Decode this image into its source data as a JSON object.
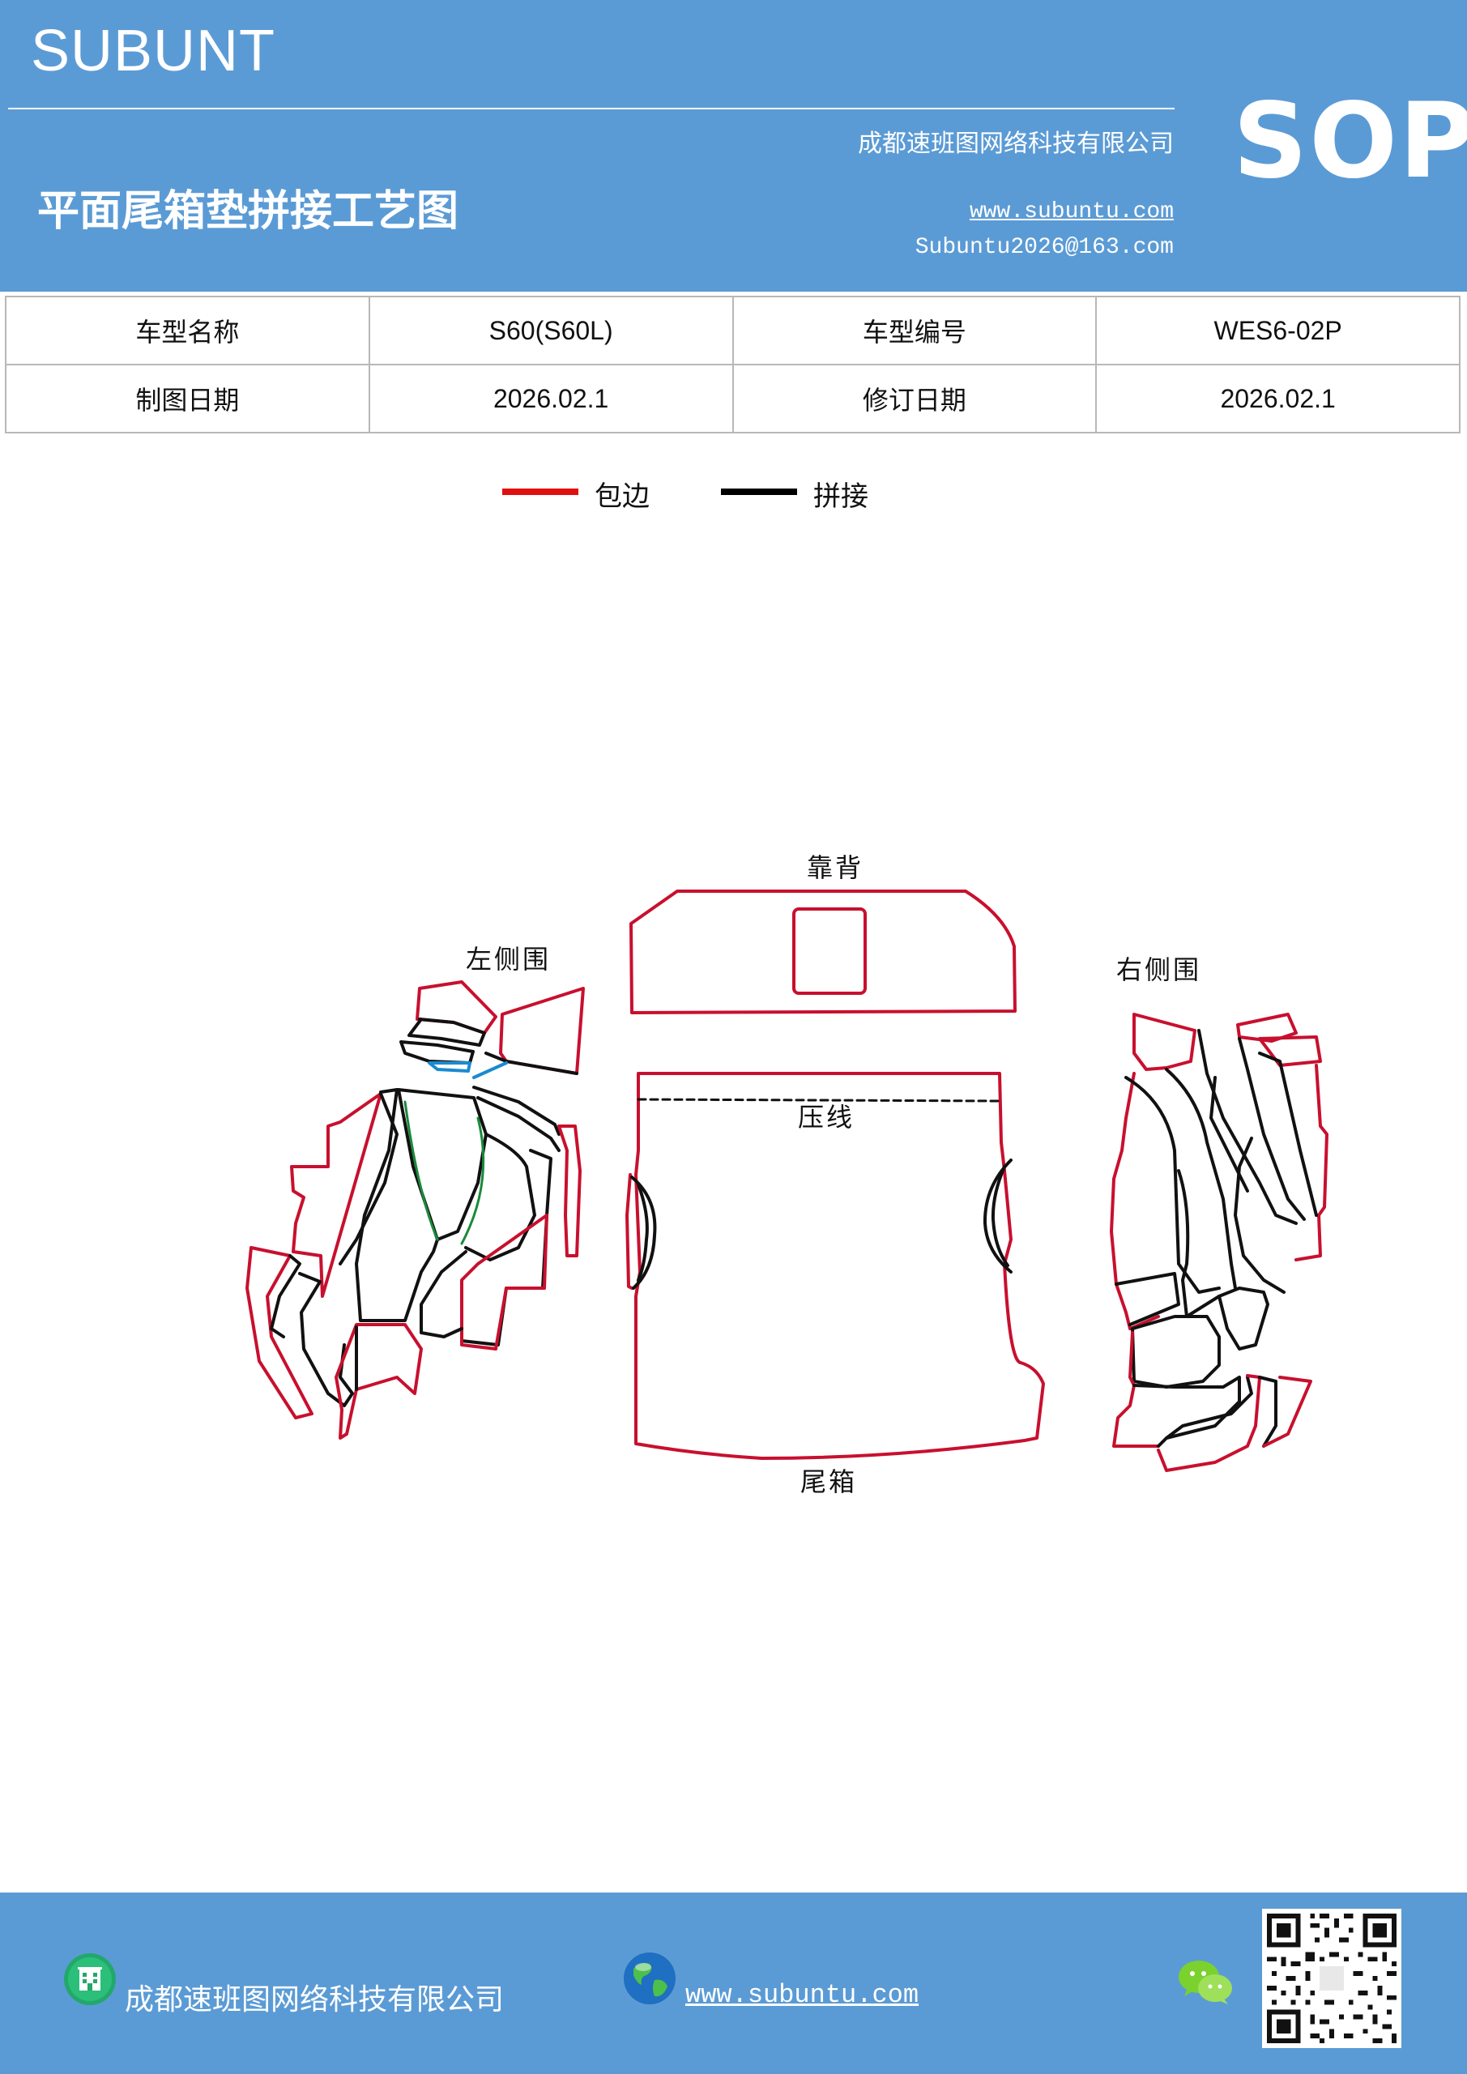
{
  "header": {
    "brand": "SUBUNT",
    "company": "成都速班图网络科技有限公司",
    "title": "平面尾箱垫拼接工艺图",
    "website": "www.subuntu.com",
    "email": "Subuntu2026@163.com",
    "badge": "SOP",
    "background_color": "#5b9bd5"
  },
  "info_table": {
    "rows": [
      [
        {
          "label": "车型名称",
          "value": "S60(S60L)"
        },
        {
          "label": "车型编号",
          "value": "WES6-02P"
        }
      ],
      [
        {
          "label": "制图日期",
          "value": "2026.02.1"
        },
        {
          "label": "修订日期",
          "value": "2026.02.1"
        }
      ]
    ]
  },
  "legend": [
    {
      "label": "包边",
      "color": "#e01010"
    },
    {
      "label": "拼接",
      "color": "#000000"
    }
  ],
  "diagram": {
    "labels": {
      "back": "靠背",
      "left": "左侧围",
      "right": "右侧围",
      "crease": "压线",
      "trunk": "尾箱"
    },
    "colors": {
      "edge": "#c8102e",
      "seam": "#111111",
      "green": "#1a8a3a",
      "blue": "#1a8ad0"
    }
  },
  "footer": {
    "company": "成都速班图网络科技有限公司",
    "website": "www.subuntu.com",
    "icons": [
      "building-icon",
      "globe-icon",
      "wechat-icon",
      "qr-code"
    ]
  }
}
